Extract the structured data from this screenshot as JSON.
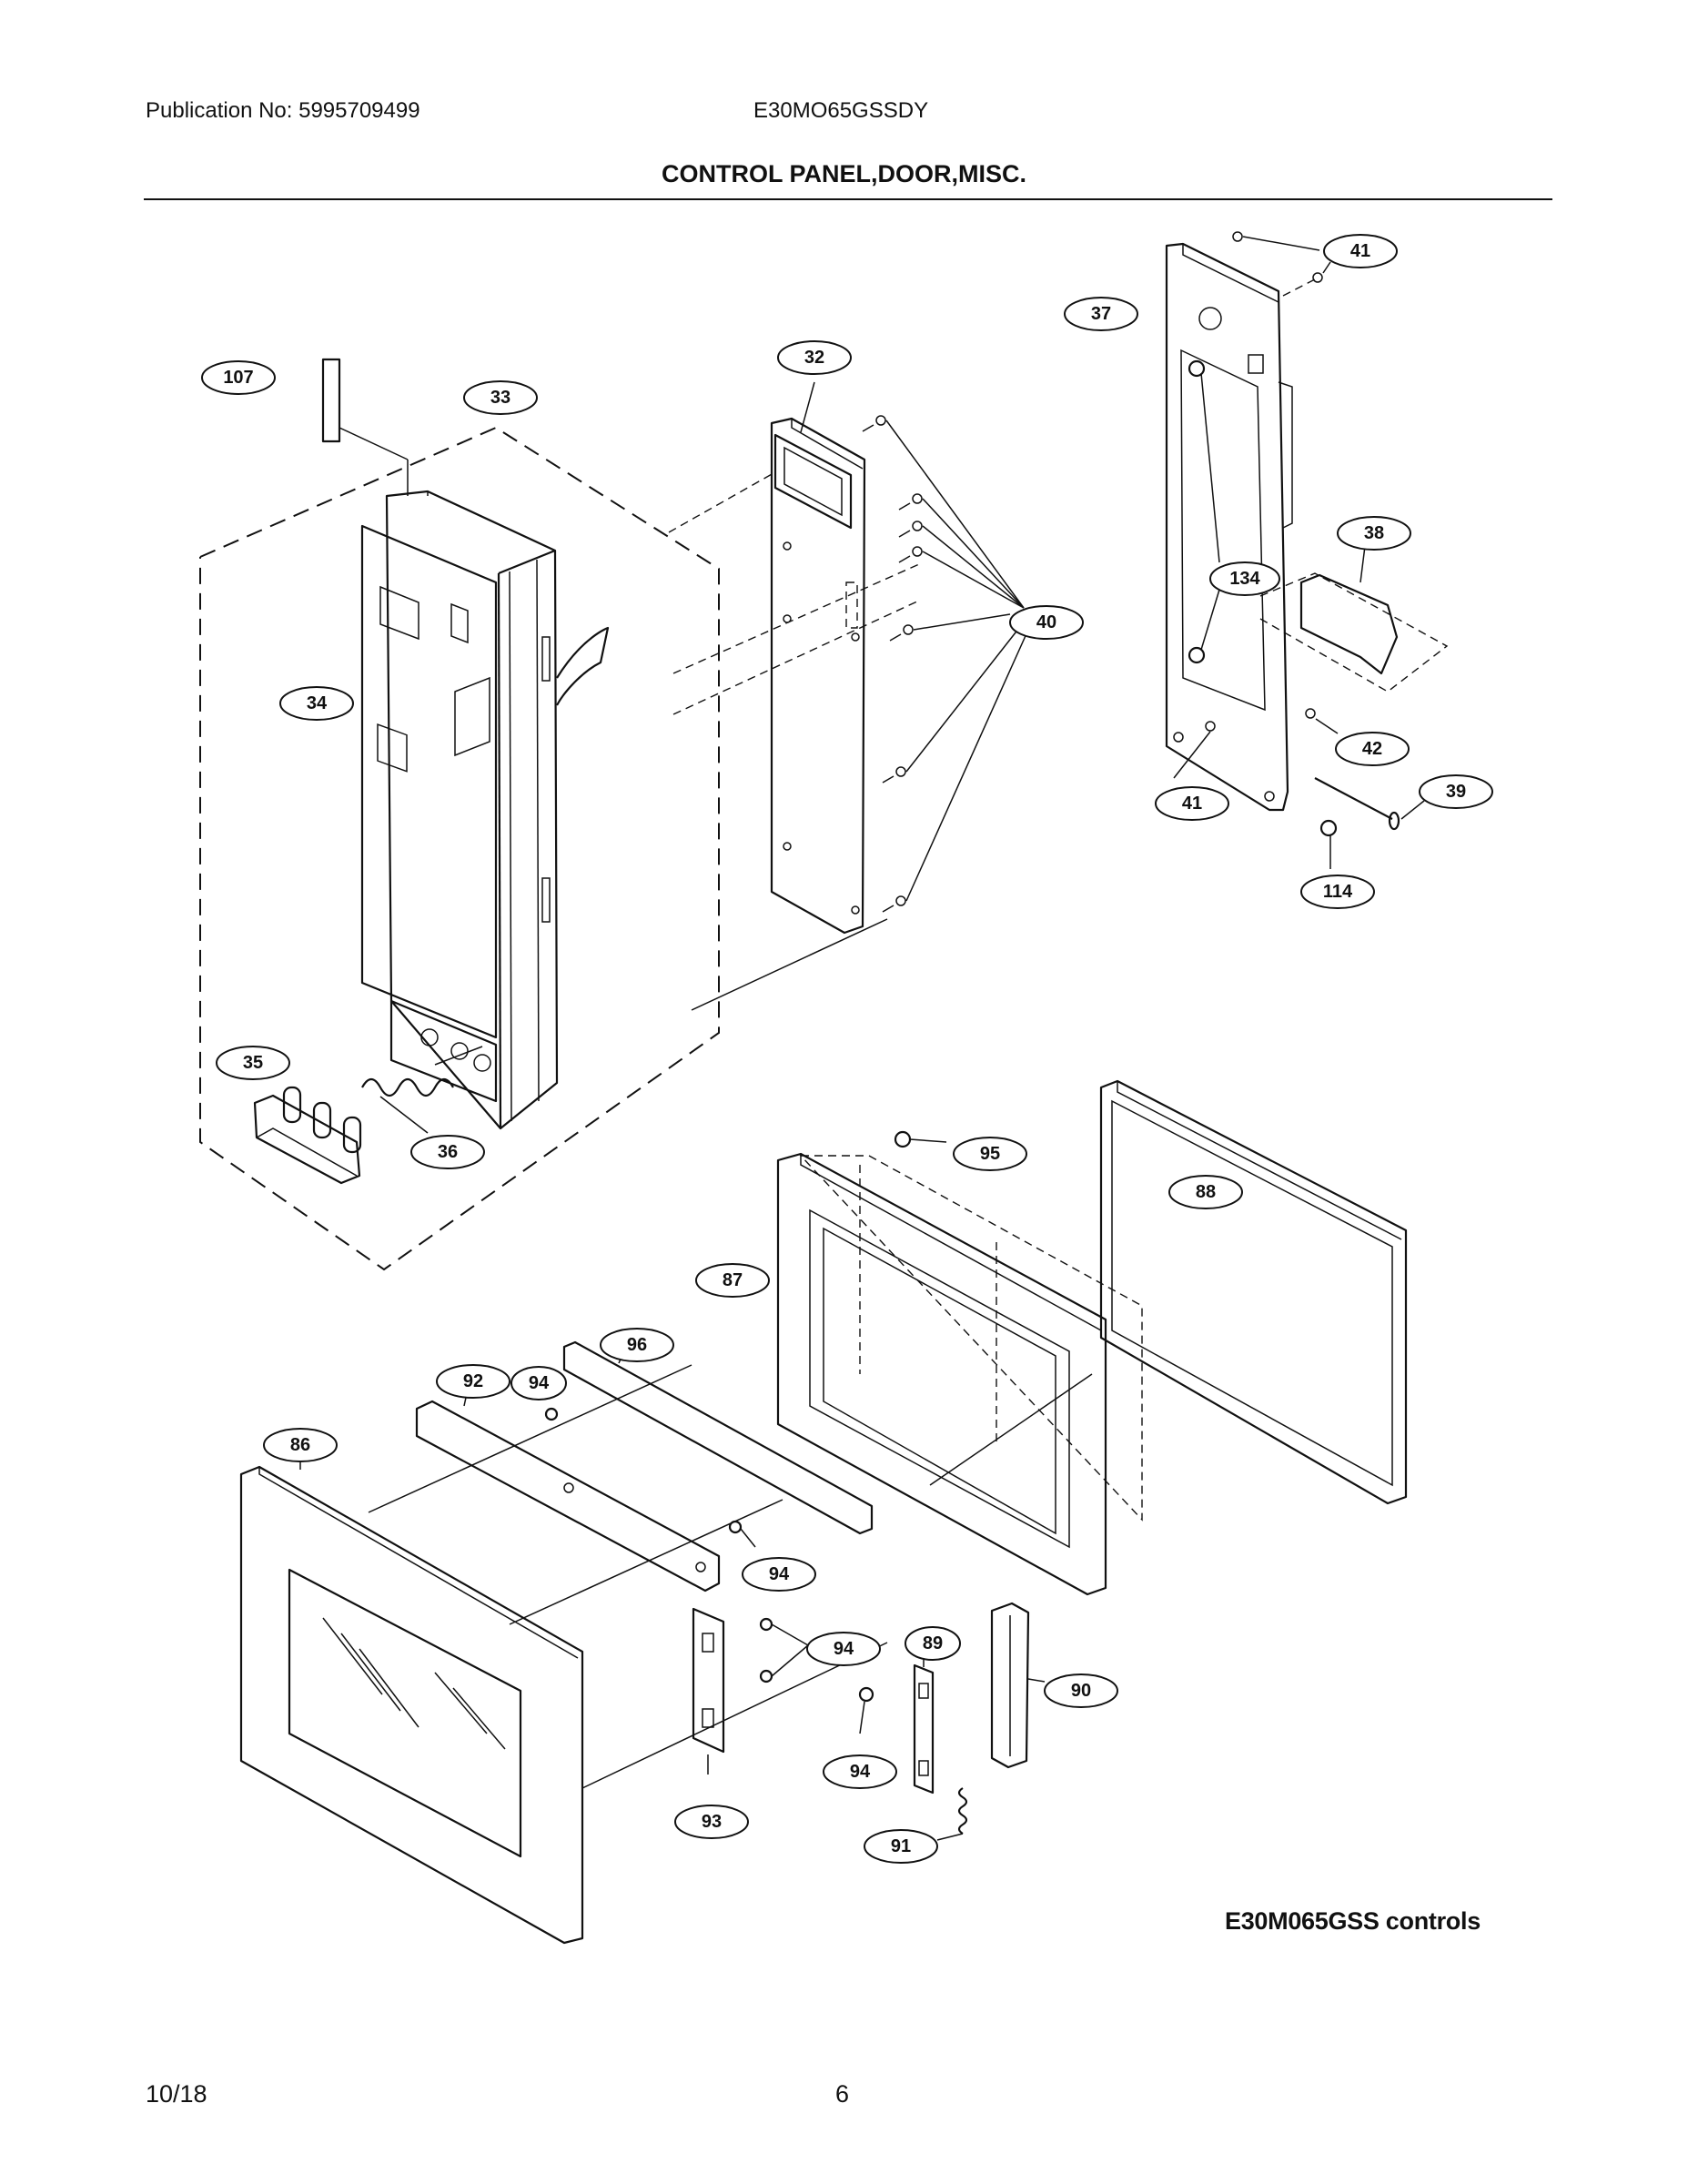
{
  "header": {
    "publication": "Publication No: 5995709499",
    "model": "E30MO65GSSDY",
    "section_title": "CONTROL PANEL,DOOR,MISC."
  },
  "diagram": {
    "callouts": [
      "107",
      "33",
      "32",
      "37",
      "41",
      "38",
      "134",
      "40",
      "34",
      "42",
      "39",
      "41",
      "114",
      "35",
      "36",
      "95",
      "88",
      "87",
      "96",
      "92",
      "94",
      "86",
      "94",
      "94",
      "89",
      "90",
      "94",
      "93",
      "91"
    ],
    "caption": "E30M065GSS controls"
  },
  "footer": {
    "date": "10/18",
    "page": "6"
  }
}
